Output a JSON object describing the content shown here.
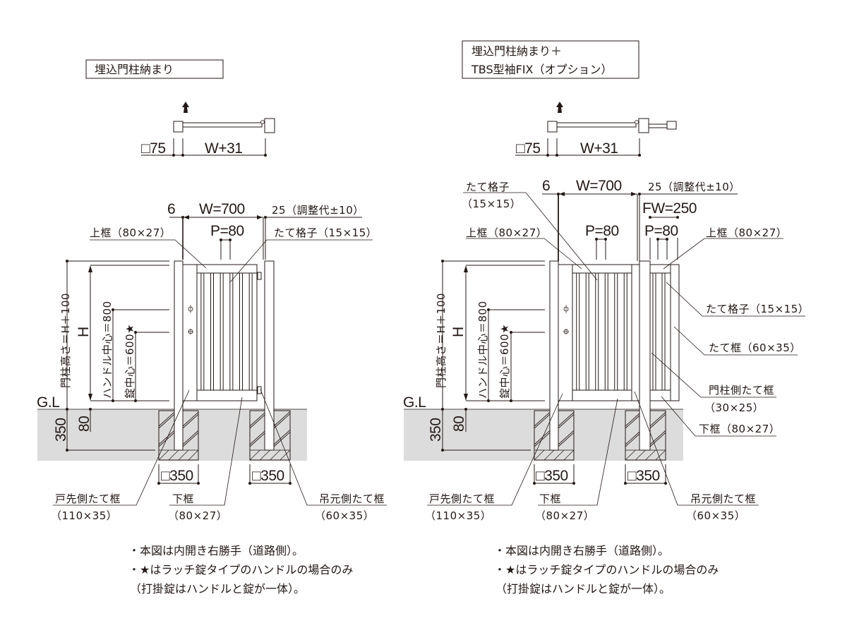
{
  "colors": {
    "line": "#231815",
    "ground": "#dcdcdc",
    "background": "#ffffff"
  },
  "left": {
    "title": "埋込門柱納まり",
    "plan": {
      "post": "□75",
      "width": "W+31"
    },
    "dims": {
      "gap": "6",
      "width": "W=700",
      "adjust": "25（調整代±10）",
      "pitch": "P=80",
      "post_height": "門柱高さ＝H＋100",
      "height": "H",
      "handle": "ハンドル中心＝800",
      "lock": "錠中心＝600★",
      "gl": "G.L",
      "embed": "80",
      "depth": "350",
      "found1": "□350",
      "found2": "□350"
    },
    "labels": {
      "top_rail": "上框（80×27）",
      "bar": "たて格子（15×15）",
      "latch_stile": "戸先側たて框",
      "latch_stile_size": "（110×35）",
      "bottom_rail": "下框",
      "bottom_rail_size": "（80×27）",
      "hinge_stile": "吊元側たて框",
      "hinge_stile_size": "（60×35）"
    },
    "notes": [
      "・本図は内開き右勝手（道路側）。",
      "・★はラッチ錠タイプのハンドルの場合のみ",
      "（打掛錠はハンドルと錠が一体）。"
    ]
  },
  "right": {
    "title_line1": "埋込門柱納まり＋",
    "title_line2": "TBS型袖FIX（オプション）",
    "plan": {
      "post": "□75",
      "width": "W+31"
    },
    "dims": {
      "gap": "6",
      "width": "W=700",
      "adjust": "25（調整代±10）",
      "pitch": "P=80",
      "fix_width": "FW=250",
      "fix_pitch": "P=80",
      "post_height": "門柱高さ＝H＋100",
      "height": "H",
      "handle": "ハンドル中心＝800",
      "lock": "錠中心＝600★",
      "gl": "G.L",
      "embed": "80",
      "depth": "350",
      "found1": "□350",
      "found2": "□350"
    },
    "labels": {
      "bar": "たて格子",
      "bar_size": "（15×15）",
      "top_rail": "上框（80×27）",
      "fix_top_rail": "上框（80×27）",
      "fix_bar": "たて格子（15×15）",
      "fix_stile": "たて框（60×35）",
      "post_stile": "門柱側たて框",
      "post_stile_size": "（30×25）",
      "fix_bottom_rail": "下框（80×27）",
      "latch_stile": "戸先側たて框",
      "latch_stile_size": "（110×35）",
      "bottom_rail": "下框",
      "bottom_rail_size": "（80×27）",
      "hinge_stile": "吊元側たて框",
      "hinge_stile_size": "（60×35）"
    },
    "notes": [
      "・本図は内開き右勝手（道路側）。",
      "・★はラッチ錠タイプのハンドルの場合のみ",
      "（打掛錠はハンドルと錠が一体）。"
    ]
  }
}
